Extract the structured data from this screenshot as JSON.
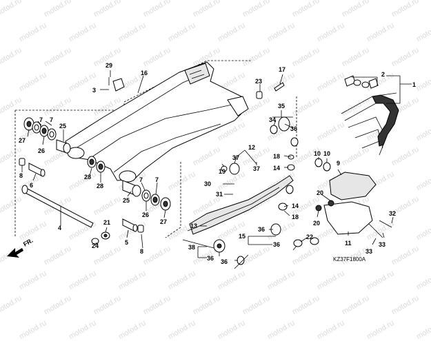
{
  "watermark": "motod.ru",
  "diagram_code": "KZ37F1800A",
  "direction_label": "FR.",
  "callouts": [
    "1",
    "2",
    "3",
    "4",
    "5",
    "6",
    "7",
    "8",
    "9",
    "10",
    "11",
    "12",
    "13",
    "14",
    "15",
    "16",
    "17",
    "18",
    "19",
    "20",
    "21",
    "22",
    "23",
    "24",
    "25",
    "26",
    "27",
    "28",
    "29",
    "30",
    "31",
    "32",
    "33",
    "34",
    "35",
    "36",
    "37",
    "38"
  ],
  "colors": {
    "ink": "#000000",
    "watermark": "#d9d9d9",
    "background": "#ffffff"
  }
}
